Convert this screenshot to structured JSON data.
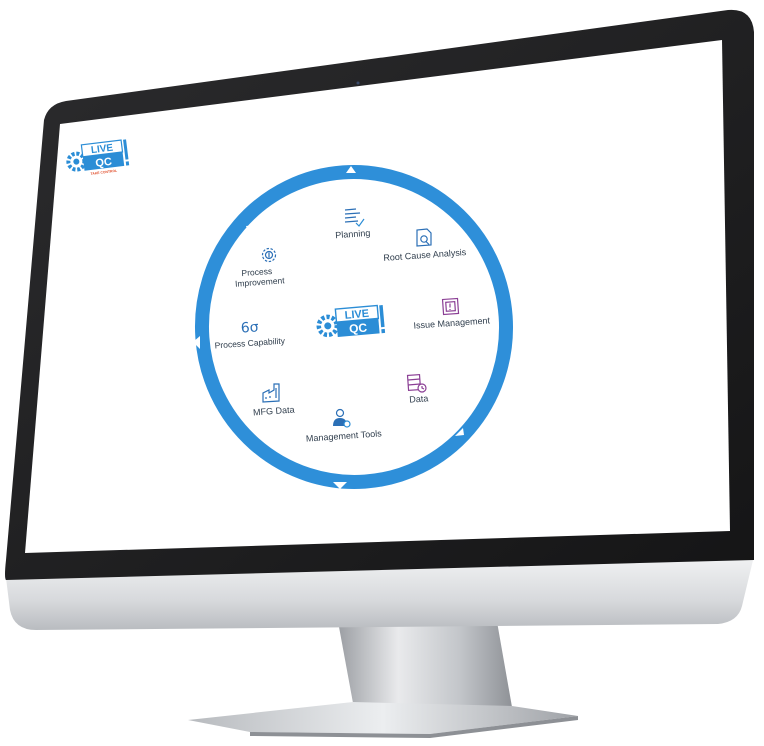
{
  "brand": {
    "logo_word_top": "LIVE",
    "logo_word_bottom": "QC",
    "tagline": "TAKE CONTROL",
    "accent_color": "#2b8dd6",
    "tagline_color": "#e14f2c"
  },
  "wheel": {
    "ring_color": "#2e8fd9",
    "center_logo_top": "LIVE",
    "center_logo_bottom": "QC",
    "arrow_icons": [
      "triangle-up-icon",
      "triangle-up-right-icon",
      "triangle-right-icon",
      "triangle-down-right-icon",
      "triangle-down-icon",
      "triangle-down-left-icon",
      "triangle-left-icon",
      "triangle-up-left-icon"
    ],
    "items": [
      {
        "id": "planning",
        "label": "Planning",
        "icon": "checklist-icon"
      },
      {
        "id": "root-cause-analysis",
        "label": "Root Cause Analysis",
        "icon": "document-search-icon"
      },
      {
        "id": "issue-management",
        "label": "Issue Management",
        "icon": "alert-frame-icon"
      },
      {
        "id": "data",
        "label": "Data",
        "icon": "database-clock-icon"
      },
      {
        "id": "management-tools",
        "label": "Management Tools",
        "icon": "user-gear-icon"
      },
      {
        "id": "mfg-data",
        "label": "MFG Data",
        "icon": "factory-icon"
      },
      {
        "id": "process-capability",
        "label": "Process Capability",
        "icon_text": "6σ",
        "icon": "six-sigma-icon"
      },
      {
        "id": "process-improvement",
        "label_line1": "Process",
        "label_line2": "Improvement",
        "icon": "gear-arrows-icon"
      }
    ]
  }
}
